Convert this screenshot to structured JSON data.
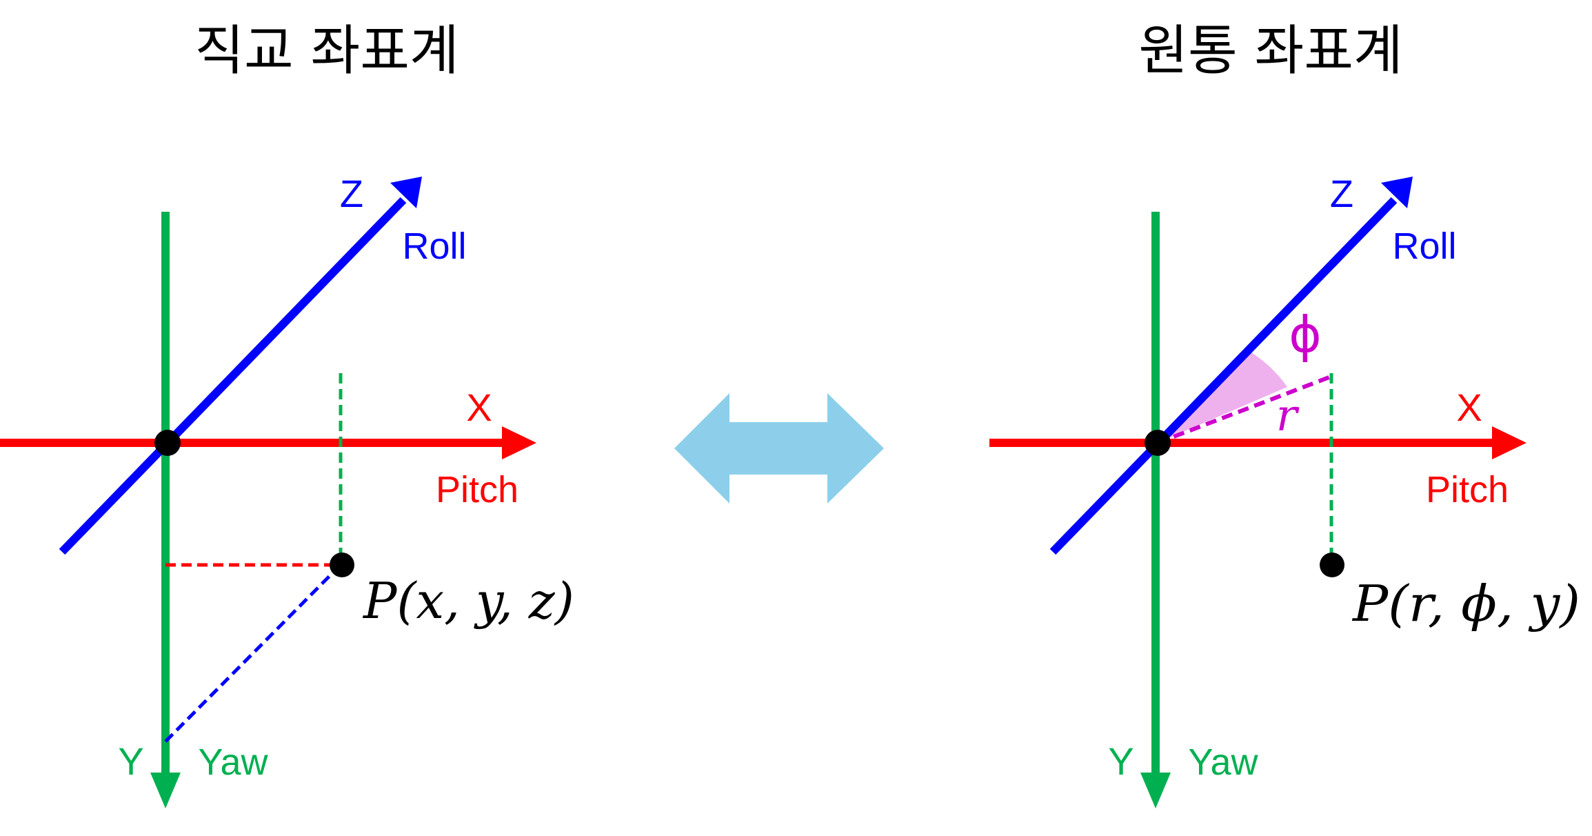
{
  "colors": {
    "x_axis": "#ff0000",
    "y_axis": "#00b050",
    "z_axis": "#0000ff",
    "angle": "#cc00cc",
    "angle_fill": "#eeb1ee",
    "point": "#000000",
    "arrow": "#8dcfea"
  },
  "left_panel": {
    "title": "직교 좌표계",
    "axes": {
      "x_letter": "X",
      "x_name": "Pitch",
      "y_letter": "Y",
      "y_name": "Yaw",
      "z_letter": "Z",
      "z_name": "Roll"
    },
    "point_label": "P(x, y, z)"
  },
  "center": {
    "arrow_icon": "double-headed-arrow-icon"
  },
  "right_panel": {
    "title": "원통 좌표계",
    "axes": {
      "x_letter": "X",
      "x_name": "Pitch",
      "y_letter": "Y",
      "y_name": "Yaw",
      "z_letter": "Z",
      "z_name": "Roll"
    },
    "angle_symbol": "ϕ",
    "radius_symbol": "r",
    "point_label": "P(r, ϕ, y)"
  }
}
